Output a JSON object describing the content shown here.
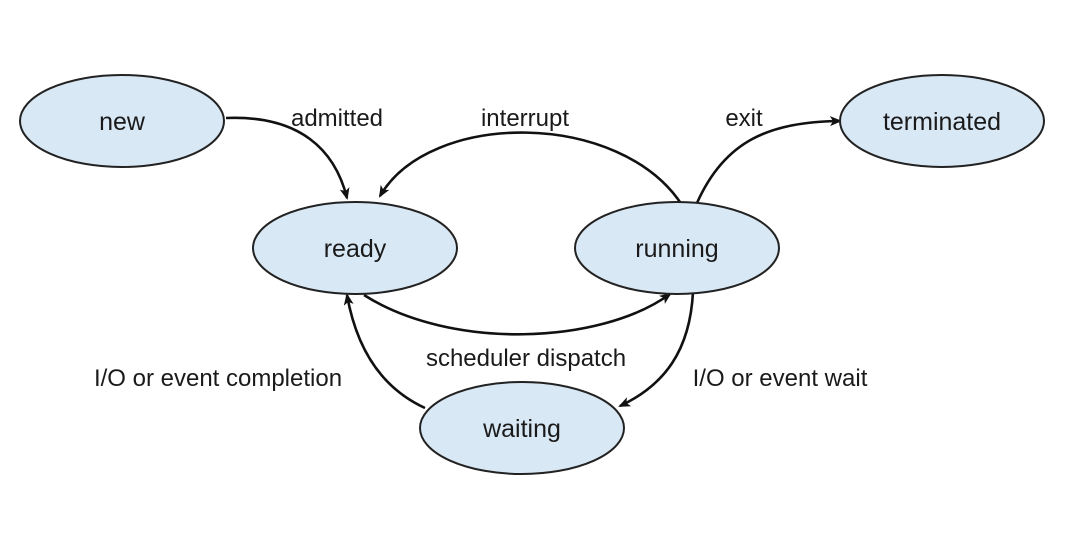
{
  "states": {
    "new": "new",
    "ready": "ready",
    "running": "running",
    "waiting": "waiting",
    "terminated": "terminated"
  },
  "transitions": {
    "admitted": "admitted",
    "interrupt": "interrupt",
    "exit": "exit",
    "scheduler_dispatch": "scheduler dispatch",
    "io_event_completion": "I/O or event completion",
    "io_event_wait": "I/O or event wait"
  },
  "colors": {
    "state_fill": "#d9e8f5",
    "stroke": "#222222"
  }
}
